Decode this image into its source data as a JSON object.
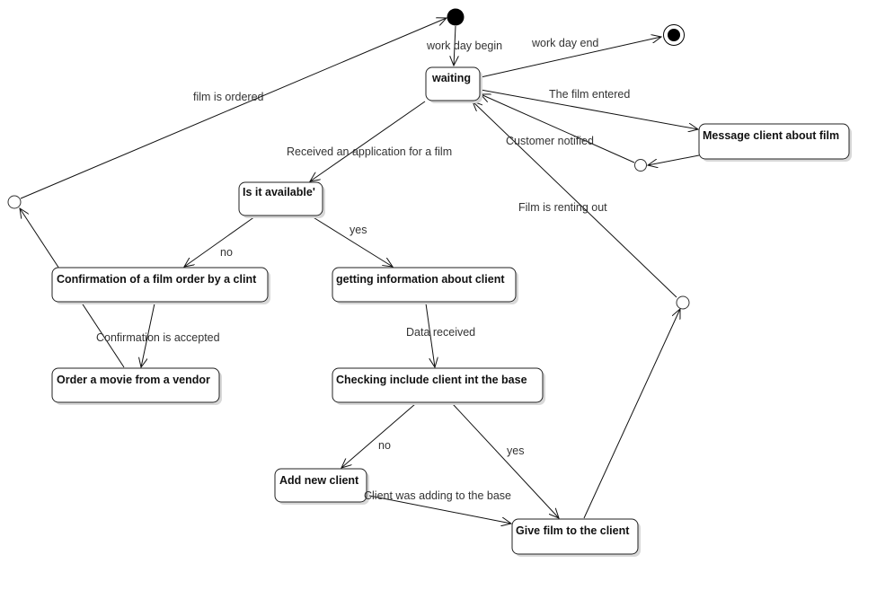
{
  "states": {
    "waiting": "waiting",
    "message_client": "Message client about film",
    "is_available": "Is it available'",
    "confirmation_order": "Confirmation of a film order by a clint",
    "getting_info": "getting information about client",
    "order_movie": "Order a movie from a vendor",
    "checking_include": "Checking include client int the  base",
    "add_new_client": "Add new client",
    "give_film": "Give film to the client"
  },
  "transitions": {
    "work_day_begin": "work day begin",
    "work_day_end": "work day end",
    "film_entered": "The film entered",
    "customer_notified": "Customer notified",
    "received_application": "Received an application for a film",
    "film_renting_out": "Film is renting out",
    "film_ordered": "film is ordered",
    "no_1": "no",
    "yes_1": "yes",
    "confirmation_accepted": "Confirmation is accepted",
    "data_received": "Data received",
    "no_2": "no",
    "yes_2": "yes",
    "client_added": "Client was adding to the base"
  }
}
